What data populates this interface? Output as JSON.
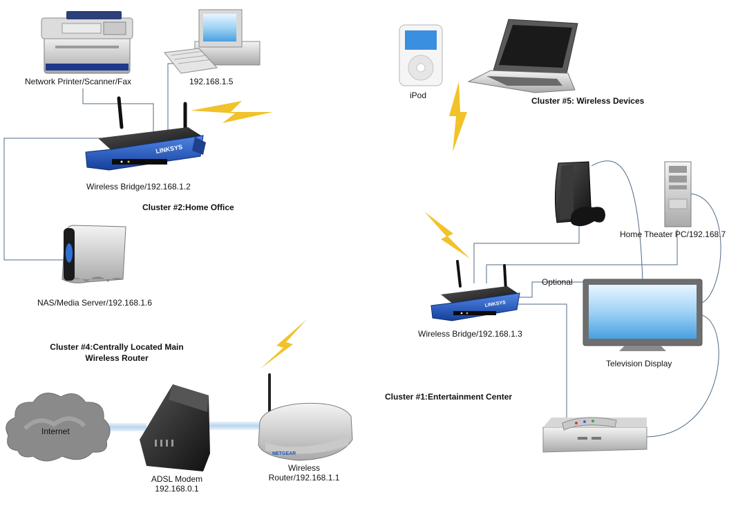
{
  "labels": {
    "printer": "Network Printer/Scanner/Fax",
    "pc": "192.168.1.5",
    "bridge2": "Wireless Bridge/192.168.1.2",
    "cluster2": "Cluster #2:Home Office",
    "nas": "NAS/Media Server/192.168.1.6",
    "cluster4_line1": "Cluster #4:Centrally Located Main",
    "cluster4_line2": "Wireless Router",
    "internet": "Internet",
    "modem_line1": "ADSL Modem",
    "modem_line2": "192.168.0.1",
    "router_line1": "Wireless",
    "router_line2": "Router/192.168.1.1",
    "ipod": "iPod",
    "cluster5": "Cluster #5: Wireless Devices",
    "htpc": "Home Theater PC/192.168.7",
    "optional": "Optional",
    "bridge3": "Wireless Bridge/192.168.1.3",
    "tv": "Television Display",
    "cluster1": "Cluster #1:Entertainment Center"
  },
  "device_text": {
    "linksys": "LINKSYS",
    "netgear": "NETGEAR"
  },
  "colors": {
    "wire": "#4f6a86",
    "bolt": "#f2c22a",
    "linksys_blue": "#2255b8",
    "cable_glow": "#cfe3f5",
    "tv_screen": "#9fd3f5",
    "cloud": "#8a8a8a"
  }
}
